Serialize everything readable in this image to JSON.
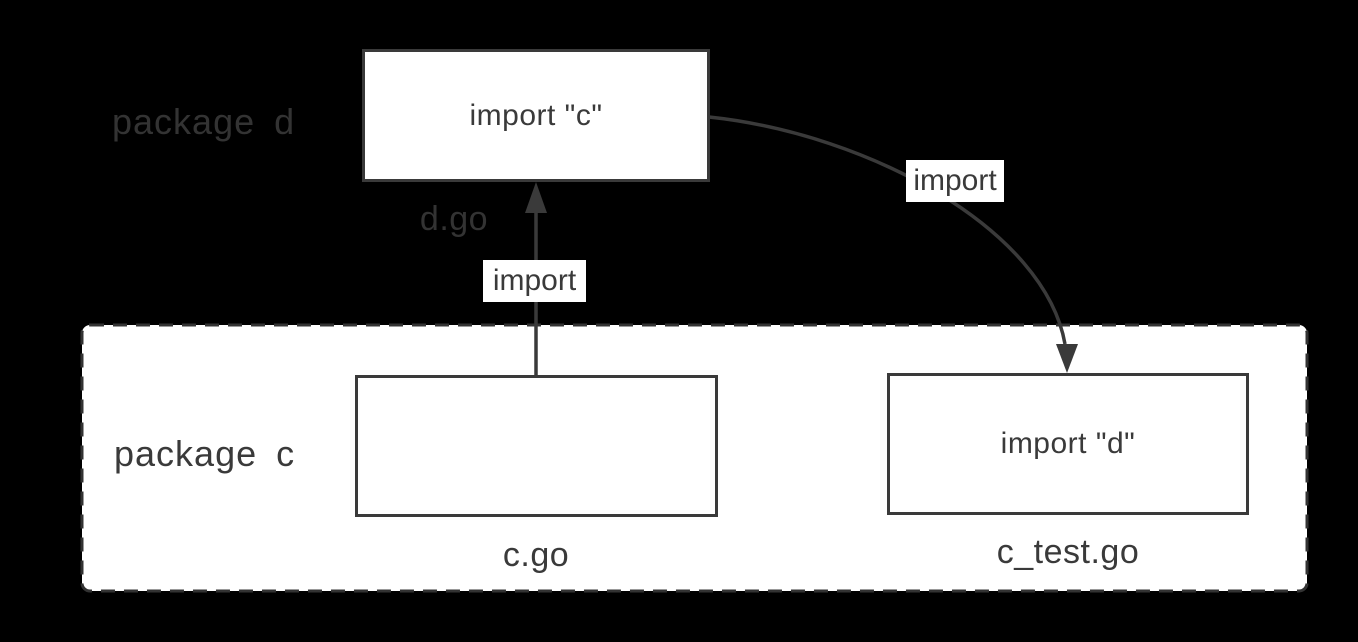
{
  "colors": {
    "bg": "#000000",
    "ink": "#3a3a3a",
    "ink_dim": "#333333",
    "fill": "#ffffff"
  },
  "nodes": {
    "package_d_label": "package d",
    "d_box_text": "import \"c\"",
    "d_file_label": "d.go",
    "package_c_label": "package c",
    "c_box_text": "",
    "c_file_label": "c.go",
    "c_test_box_text": "import \"d\"",
    "c_test_file_label": "c_test.go"
  },
  "edges": {
    "c_to_d_label": "import",
    "d_to_ctest_label": "import"
  }
}
